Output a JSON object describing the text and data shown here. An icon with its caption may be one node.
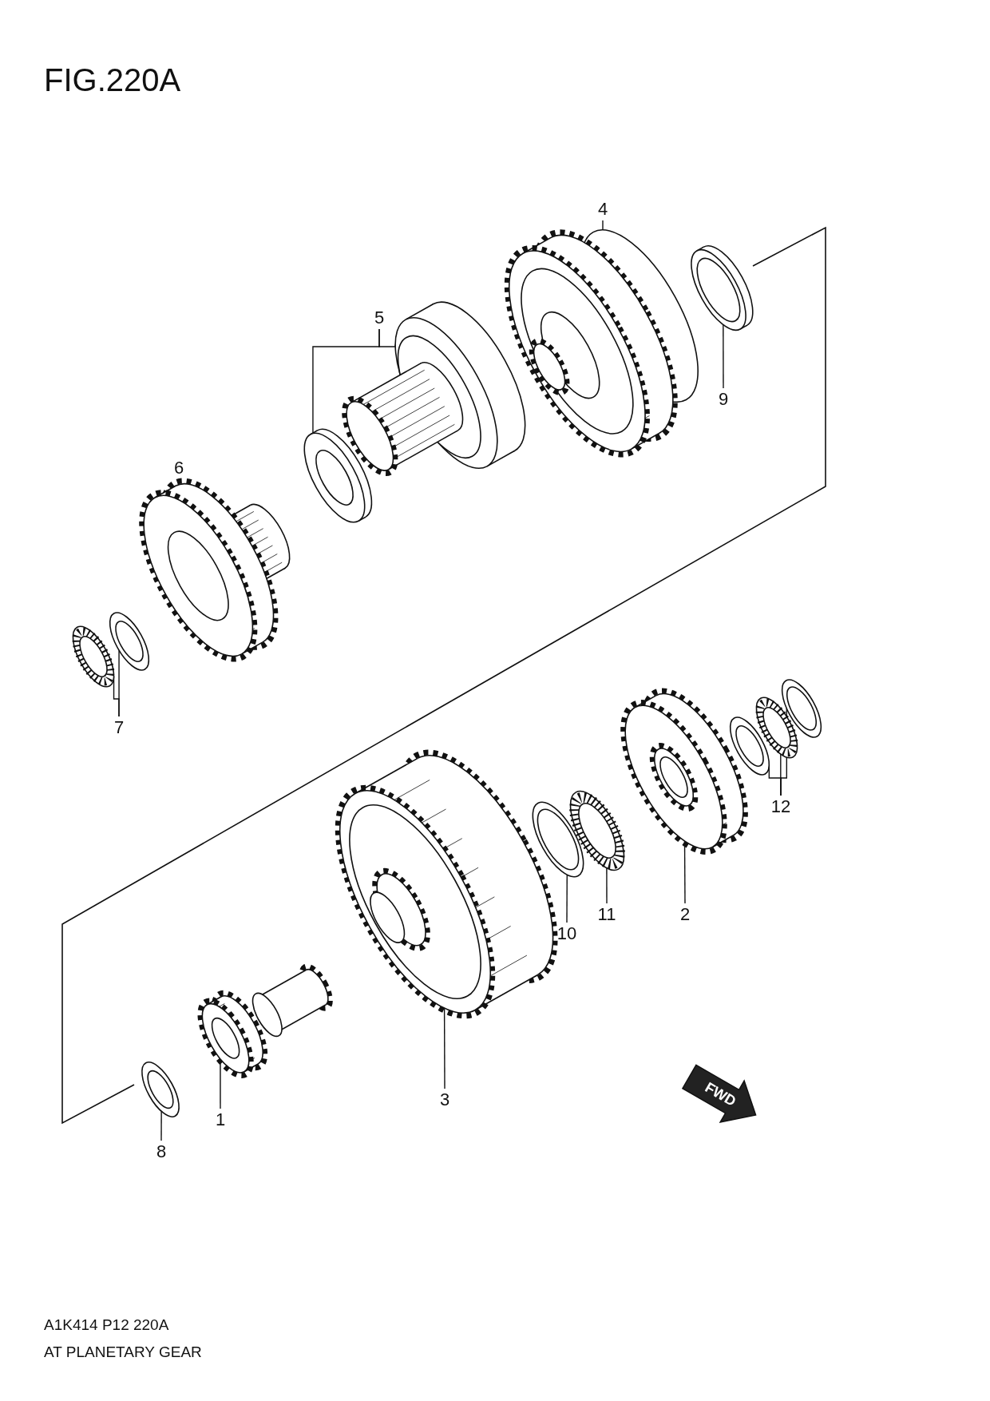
{
  "diagram": {
    "title": "FIG.220A",
    "nodes": [
      {
        "text": [
          "4"
        ]
      },
      {
        "text": [],
        "shape": "picture"
      },
      {
        "text": [
          "5"
        ]
      },
      {
        "text": [],
        "shape": "picture"
      },
      {
        "text": [],
        "shape": "picture"
      },
      {
        "text": [
          "9"
        ]
      },
      {
        "text": [],
        "shape": "picture"
      },
      {
        "text": [
          "6"
        ]
      },
      {
        "text": [],
        "shape": "picture"
      },
      {
        "text": [
          "7"
        ]
      },
      {
        "text": [],
        "shape": "picture"
      },
      {
        "text": [],
        "shape": "picture"
      },
      {
        "text": [
          "12"
        ]
      },
      {
        "text": [],
        "shape": "picture"
      },
      {
        "text": [],
        "shape": "picture"
      },
      {
        "text": [],
        "shape": "picture"
      },
      {
        "text": [
          "10"
        ]
      },
      {
        "text": [],
        "shape": "picture"
      },
      {
        "text": [
          "11"
        ]
      },
      {
        "text": [],
        "shape": "picture"
      },
      {
        "text": [
          "2"
        ]
      },
      {
        "text": [],
        "shape": "picture"
      },
      {
        "text": [
          "3"
        ]
      },
      {
        "text": [],
        "shape": "picture"
      },
      {
        "text": [
          "1"
        ]
      },
      {
        "text": [],
        "shape": "picture"
      },
      {
        "text": [
          "8"
        ]
      },
      {
        "text": [],
        "shape": "picture"
      }
    ],
    "edges": [
      {
        "from": 0,
        "to": 1,
        "arrow": "none"
      },
      {
        "from": 2,
        "to": 3,
        "arrow": "none"
      },
      {
        "from": 2,
        "to": 4,
        "arrow": "none"
      },
      {
        "from": 5,
        "to": 6,
        "arrow": "none"
      },
      {
        "from": 7,
        "to": 8,
        "arrow": "none"
      },
      {
        "from": 9,
        "to": 10,
        "arrow": "none"
      },
      {
        "from": 9,
        "to": 11,
        "arrow": "none"
      },
      {
        "from": 12,
        "to": 13,
        "arrow": "none"
      },
      {
        "from": 12,
        "to": 14,
        "arrow": "none"
      },
      {
        "from": 12,
        "to": 15,
        "arrow": "none"
      },
      {
        "from": 16,
        "to": 17,
        "arrow": "none"
      },
      {
        "from": 18,
        "to": 19,
        "arrow": "none"
      },
      {
        "from": 20,
        "to": 21,
        "arrow": "none"
      },
      {
        "from": 22,
        "to": 23,
        "arrow": "none"
      },
      {
        "from": 24,
        "to": 25,
        "arrow": "none"
      },
      {
        "from": 26,
        "to": 27,
        "arrow": "none"
      }
    ],
    "labels": [
      "FWD",
      "A1K414 P12 220A",
      "AT PLANETARY GEAR"
    ]
  }
}
